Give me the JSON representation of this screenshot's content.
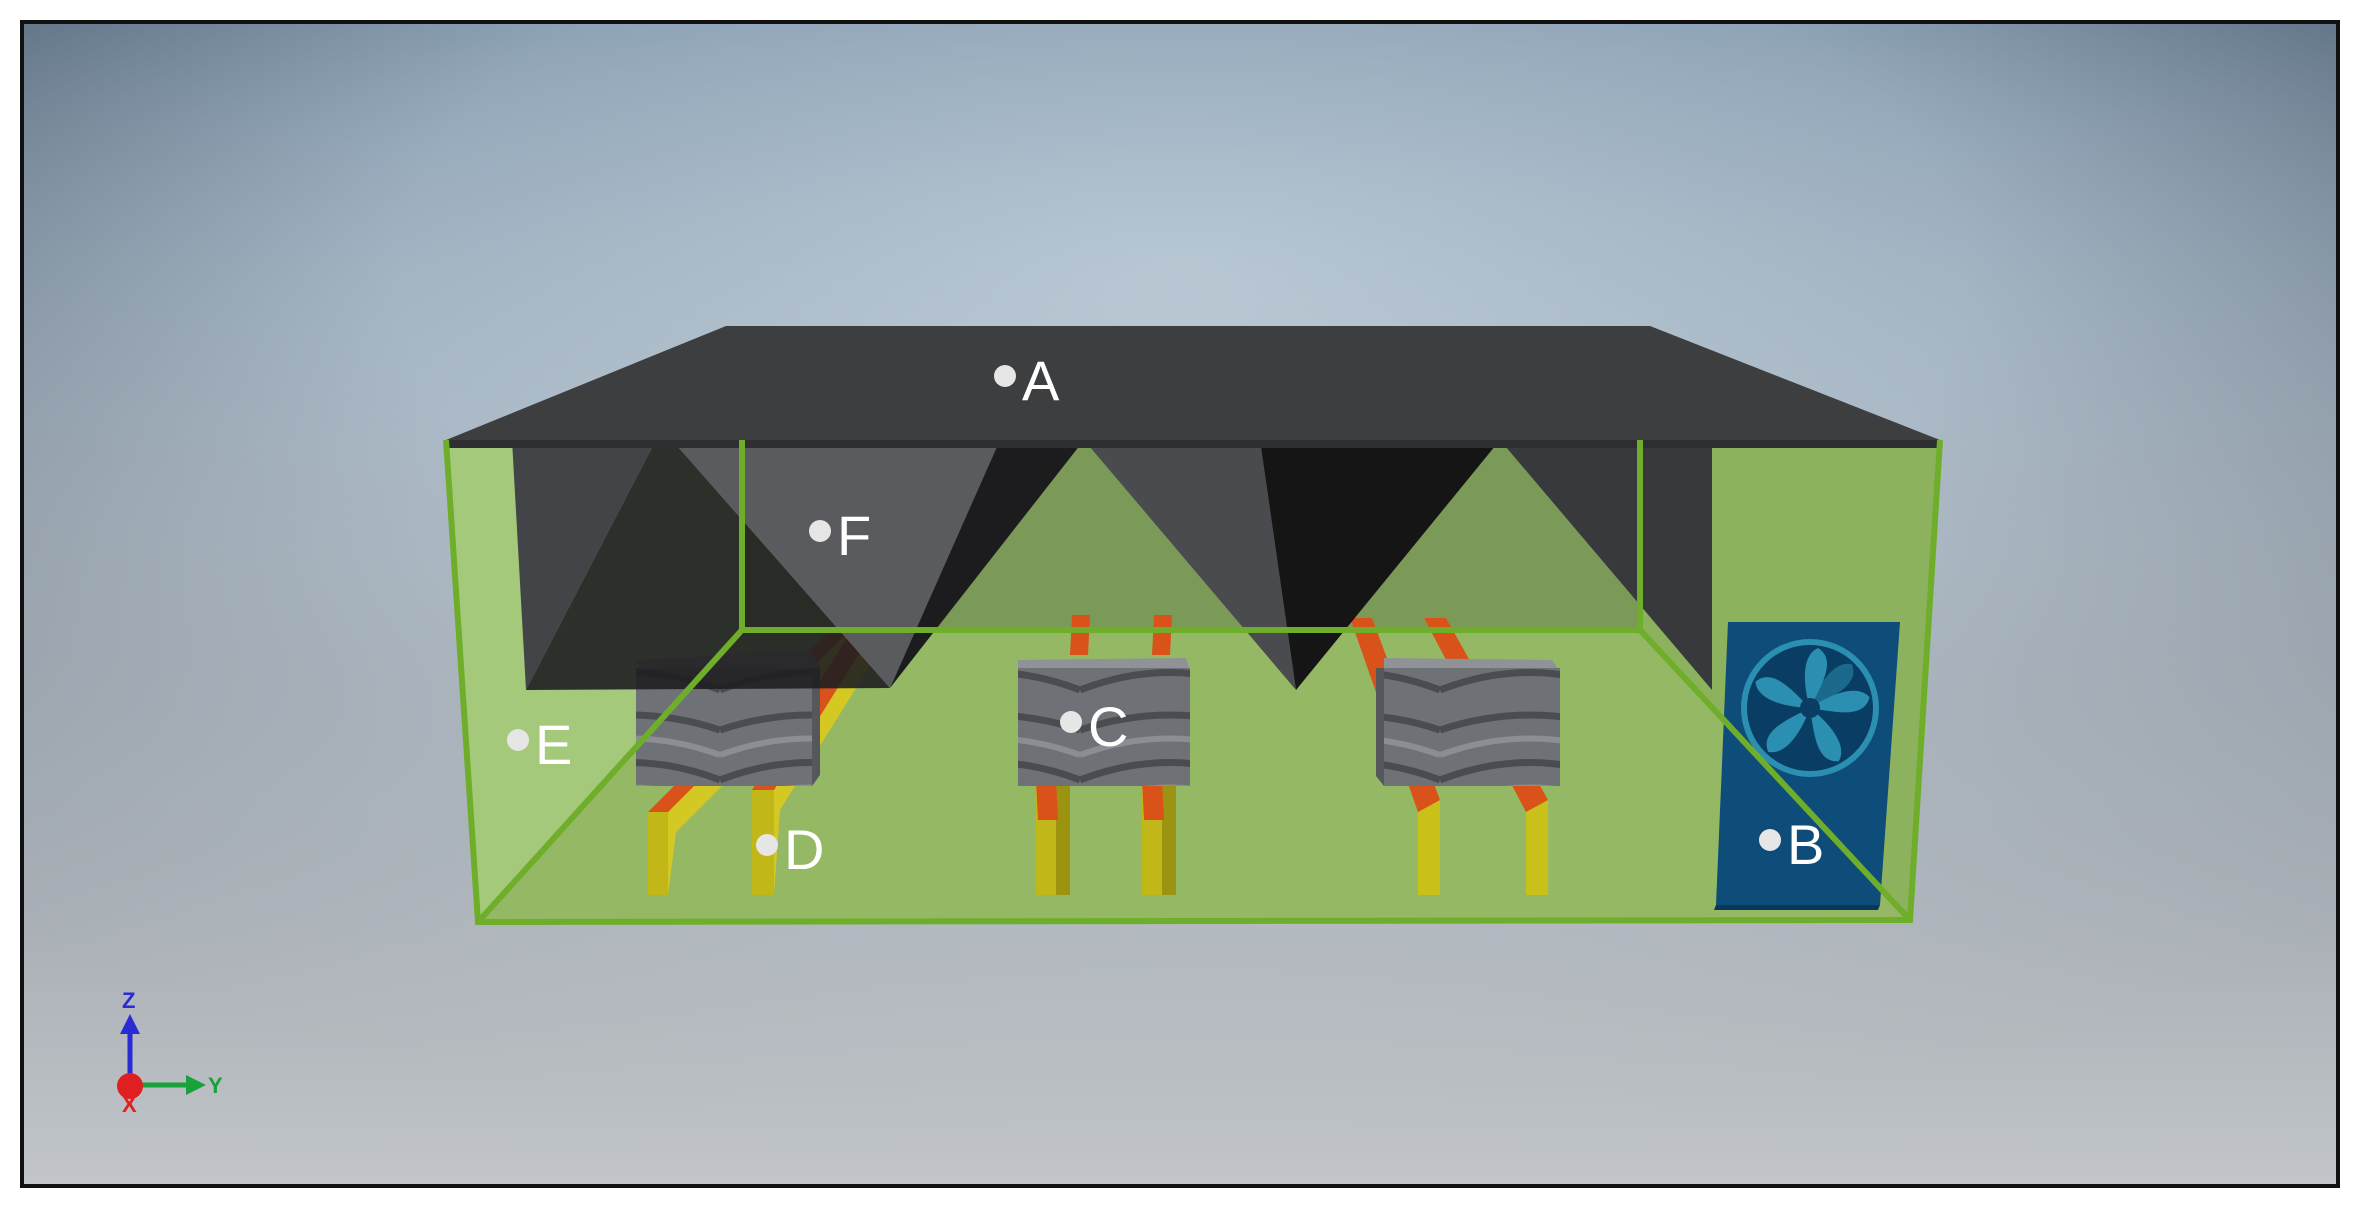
{
  "labels": {
    "A": "A",
    "B": "B",
    "C": "C",
    "D": "D",
    "E": "E",
    "F": "F"
  },
  "axes": {
    "z": "Z",
    "y": "Y",
    "x": "X"
  },
  "colors": {
    "background_center": "#a6b8c8",
    "background_edge": "#3a4a5c",
    "floor_bottom": "#c8cccf",
    "enclosure_fill": "#9cc26a",
    "enclosure_edge": "#6fae2a",
    "roof": "#3d3e40",
    "absorber_dark": "#1f1f21",
    "absorber_mid": "#4a4b4e",
    "rail_yellow": "#c9c019",
    "rail_orange": "#d8521a",
    "wood": "#6c6f73",
    "fan_panel": "#0e4c7a",
    "fan_blade": "#2a8fb0",
    "label_dot": "#e6e6e6",
    "axis_z": "#2b2bd6",
    "axis_y": "#17a33a",
    "axis_x": "#e02020"
  },
  "icons": {
    "fan": "fan-icon",
    "triad": "axis-triad-icon"
  }
}
